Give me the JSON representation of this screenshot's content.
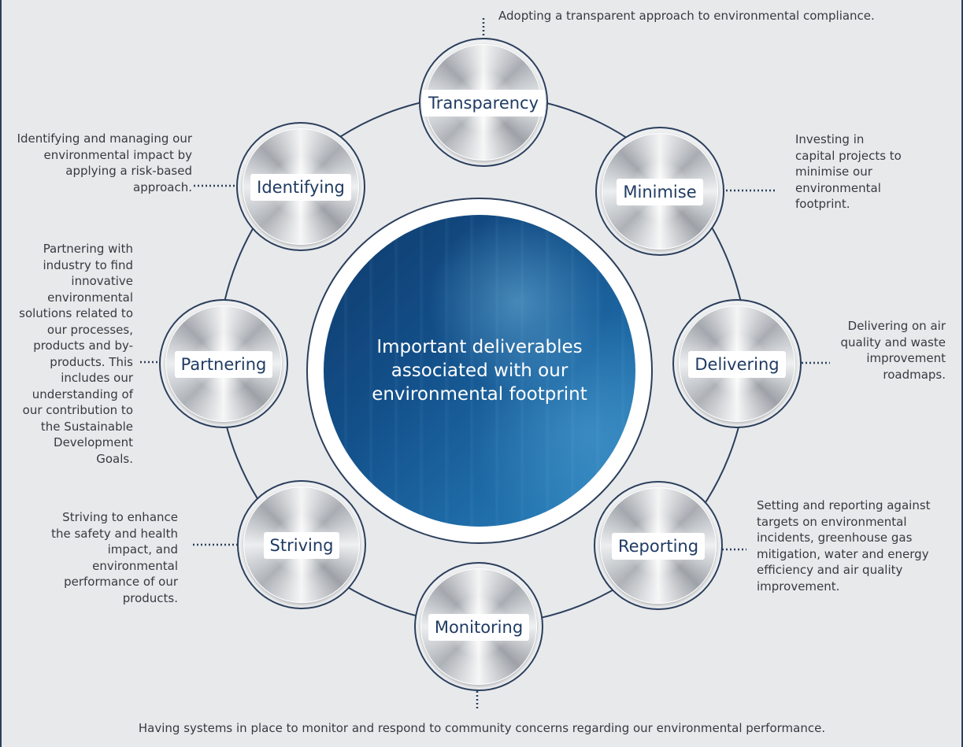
{
  "center": {
    "title": "Important deliverables associated with our environmental footprint"
  },
  "colors": {
    "ring": "#2b3f5c",
    "label_text": "#1f3b63",
    "body_text": "#363a40",
    "background": "#e8e9eb",
    "center_blue": "#13508a"
  },
  "items": [
    {
      "label": "Transparency",
      "description": "Adopting a transparent approach to environmental compliance."
    },
    {
      "label": "Minimise",
      "description": "Investing in capital projects to minimise our environmental footprint."
    },
    {
      "label": "Delivering",
      "description": "Delivering on air quality and waste improvement roadmaps."
    },
    {
      "label": "Reporting",
      "description": "Setting and reporting against targets on environmental incidents, greenhouse gas mitigation, water and energy efficiency and air quality improvement."
    },
    {
      "label": "Monitoring",
      "description": "Having systems in place to monitor and respond to community concerns regarding our environmental performance."
    },
    {
      "label": "Striving",
      "description": "Striving to enhance the safety and health impact, and environmental performance of our products."
    },
    {
      "label": "Partnering",
      "description": "Partnering with industry to find innovative environmental solutions related to our processes, products and by-products. This includes our understanding of our contribution to the Sustainable Development Goals."
    },
    {
      "label": "Identifying",
      "description": "Identifying and managing our environmental impact by applying a risk-based approach."
    }
  ]
}
